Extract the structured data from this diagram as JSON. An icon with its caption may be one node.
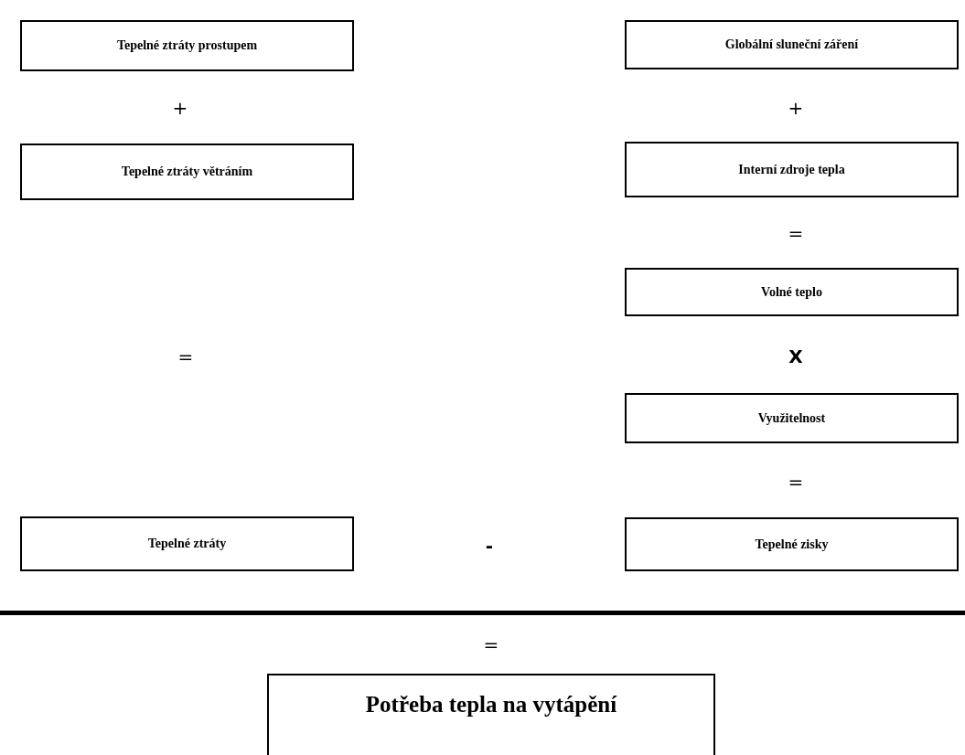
{
  "diagram": {
    "nodes": [
      {
        "text": [
          "Tepelné ztráty prostupem"
        ]
      },
      {
        "text": [
          "Globální sluneční záření"
        ]
      },
      {
        "text": [
          "Tepelné ztráty větráním"
        ]
      },
      {
        "text": [
          "Interní zdroje tepla"
        ]
      },
      {
        "text": [
          "Volné teplo"
        ]
      },
      {
        "text": [
          "Využitelnost"
        ]
      },
      {
        "text": [
          "Tepelné ztráty"
        ]
      },
      {
        "text": [
          "Tepelné zisky"
        ]
      },
      {
        "text": [
          "Potřeba tepla na vytápění"
        ]
      }
    ],
    "labels": [
      "+",
      "+",
      "=",
      "=",
      "X",
      "=",
      "-",
      "="
    ]
  }
}
